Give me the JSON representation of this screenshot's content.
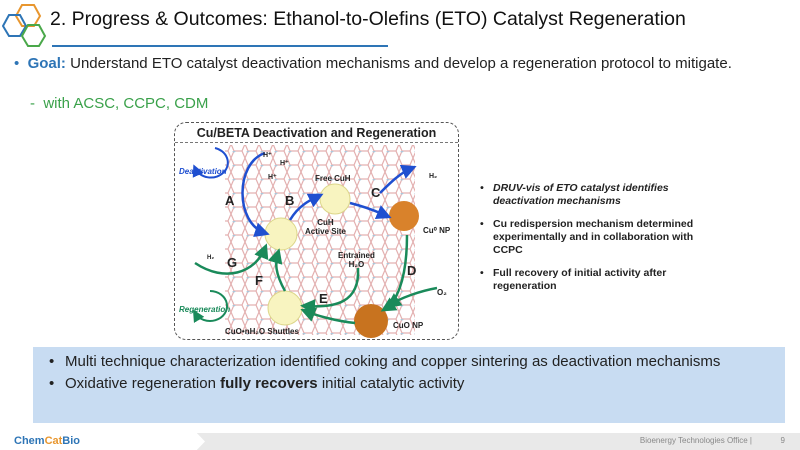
{
  "header": {
    "title": "2. Progress & Outcomes: Ethanol-to-Olefins (ETO) Catalyst Regeneration"
  },
  "goal": {
    "label": "Goal:",
    "text": " Understand ETO catalyst deactivation mechanisms and develop a regeneration protocol to mitigate.",
    "sub": "with ACSC, CCPC, CDM"
  },
  "diagram": {
    "title": "Cu/BETA Deactivation  and Regeneration",
    "deactivation": "Deactivation",
    "regeneration": "Regeneration",
    "hplus": "H⁺",
    "free_cuh": "Free CuH",
    "h2": "H₂",
    "cuh_active": "CuH",
    "active_site": "Active Site",
    "cu0_np": "Cu⁰ NP",
    "entrained": "Entrained",
    "h2o": "H₂O",
    "o2": "O₂",
    "cuo_np": "CuO NP",
    "shuttles": "CuO•nH₂O Shuttles",
    "letters": [
      "A",
      "B",
      "C",
      "D",
      "E",
      "F",
      "G"
    ]
  },
  "right_bullets": [
    "DRUV-vis of ETO catalyst identifies deactivation mechanisms",
    "Cu redispersion mechanism determined experimentally and in collaboration with CCPC",
    "Full recovery of initial activity after regeneration"
  ],
  "summary": {
    "item1": "Multi technique characterization identified coking and copper sintering as deactivation mechanisms",
    "item2_pre": "Oxidative regeneration ",
    "item2_bold": "fully recovers",
    "item2_post": " initial catalytic activity"
  },
  "footer": {
    "logo_a": "Chem",
    "logo_b": "Cat",
    "logo_c": "Bio",
    "office": "Bioenergy Technologies Office  |",
    "page": "9"
  },
  "colors": {
    "blue": "#2e75b6",
    "green": "#3aa14a",
    "orange": "#e8962e",
    "summary_bg": "#c8dcf2"
  }
}
